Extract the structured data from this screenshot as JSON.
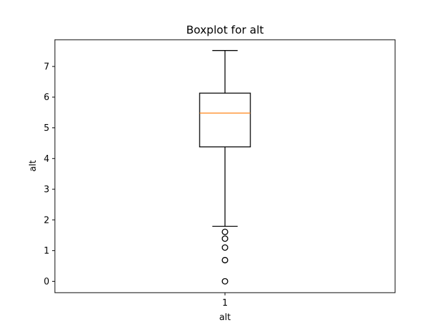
{
  "chart_data": {
    "type": "boxplot",
    "title": "Boxplot for alt",
    "xlabel": "alt",
    "ylabel": "alt",
    "categories": [
      "1"
    ],
    "ylim": [
      -0.37,
      7.87
    ],
    "yticks": [
      0,
      1,
      2,
      3,
      4,
      5,
      6,
      7
    ],
    "grid": false,
    "box": {
      "whisker_low": 1.79,
      "q1": 4.38,
      "median": 5.48,
      "q3": 6.13,
      "whisker_high": 7.52
    },
    "outliers": [
      0.0,
      0.0,
      0.69,
      0.69,
      1.1,
      1.1,
      1.39,
      1.39,
      1.61,
      1.61
    ],
    "colors": {
      "box": "#000000",
      "median": "#ff7f0e",
      "outlier": "#000000"
    }
  }
}
